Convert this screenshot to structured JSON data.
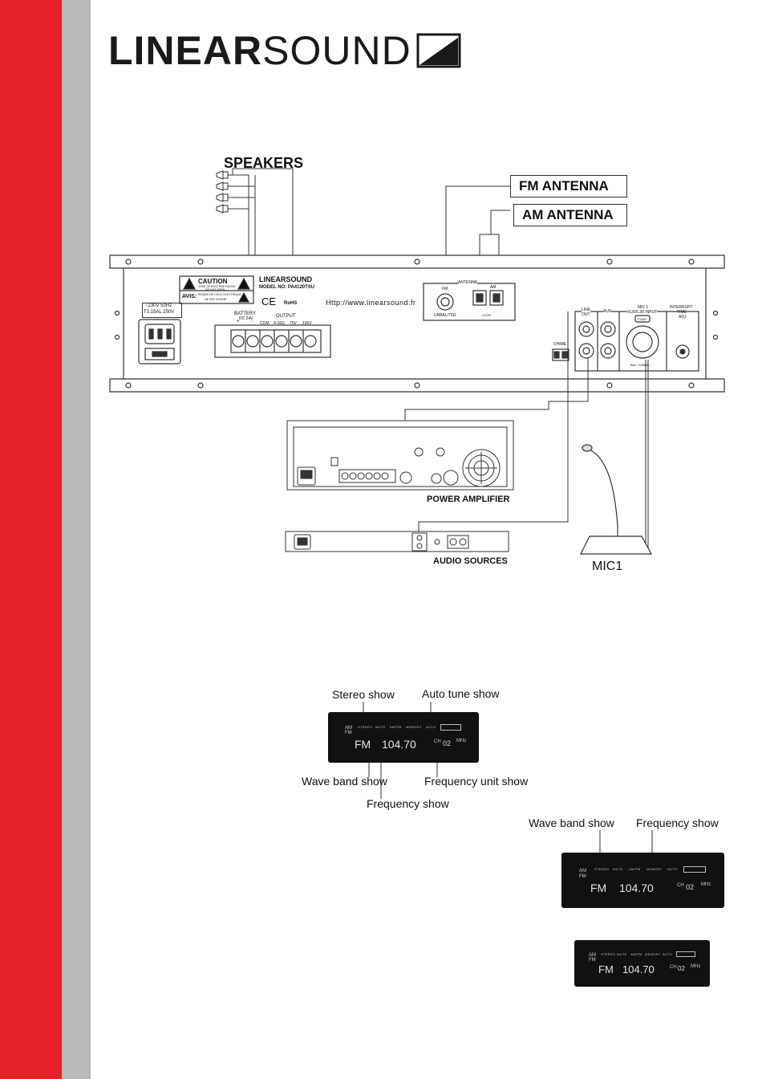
{
  "brand": {
    "part1": "LINEAR",
    "part2": "SOUND"
  },
  "connection_diagram": {
    "speakers_label": "SPEAKERS",
    "fm_antenna_label": "FM ANTENNA",
    "am_antenna_label": "AM ANTENNA",
    "power_amplifier_label": "POWER AMPLIFIER",
    "audio_sources_label": "AUDIO SOURCES",
    "mic_label": "MIC1",
    "rear_panel": {
      "brand": "LINEARSOUND",
      "model": "MODEL NO:  PA4120TSU",
      "caution": "CAUTION",
      "caution_sub1": "RISK OF ELECTRIC SHOCK",
      "caution_sub2": "DO NOT OPEN",
      "avis": "AVIS:",
      "avis_sub1": "RISQUE DE CHOC ELECTRIQUE",
      "avis_sub2": "-NE PAS OUVRIR",
      "ce": "CE",
      "rohs": "RoHS",
      "url": "Http://www.linearsound.fr",
      "mains": "~230V 50Hz",
      "fuse": "T3.15AL 250V",
      "battery": "BATTERY",
      "battery_sub": "DC 24V",
      "plus": "+",
      "minus": "-",
      "output": "OUTPUT",
      "com": "COM",
      "ohm": "4-16Ω",
      "v70": "70V",
      "v100": "100V",
      "antenna": "ANTENNA",
      "fm": "FM",
      "am": "AM",
      "unbal": "UNBAL/75Ω",
      "loop": "LOOP",
      "chime": "CHIME",
      "line_out": "LINE",
      "line_out2": "OUT",
      "aux": "AUX",
      "mic1": "MIC 1",
      "mic1_sub": "XLR/6.30 INPUT",
      "push": "PUSH",
      "bal": "BAL / UNBAL",
      "interrupt": "INTERRUPT",
      "time": "TIME",
      "adj": "ADJ"
    }
  },
  "display_diagram": {
    "labels": {
      "stereo_show": "Stereo show",
      "auto_tune_show": "Auto tune show",
      "wave_band_show": "Wave band show",
      "frequency_unit_show": "Frequency unit show",
      "frequency_show": "Frequency show"
    },
    "labels2": {
      "wave_band_show": "Wave band show",
      "frequency_show": "Frequency show"
    },
    "display": {
      "am": "AM",
      "fm_small": "FM",
      "stereo": "STEREO",
      "mute": "MUTE",
      "ampm": "AM/PM",
      "memory": "MEMORY",
      "auto": "AUTO",
      "band": "FM",
      "frequency": "104.70",
      "preset": "02",
      "ch": "CH",
      "mhz": "MHz"
    }
  }
}
